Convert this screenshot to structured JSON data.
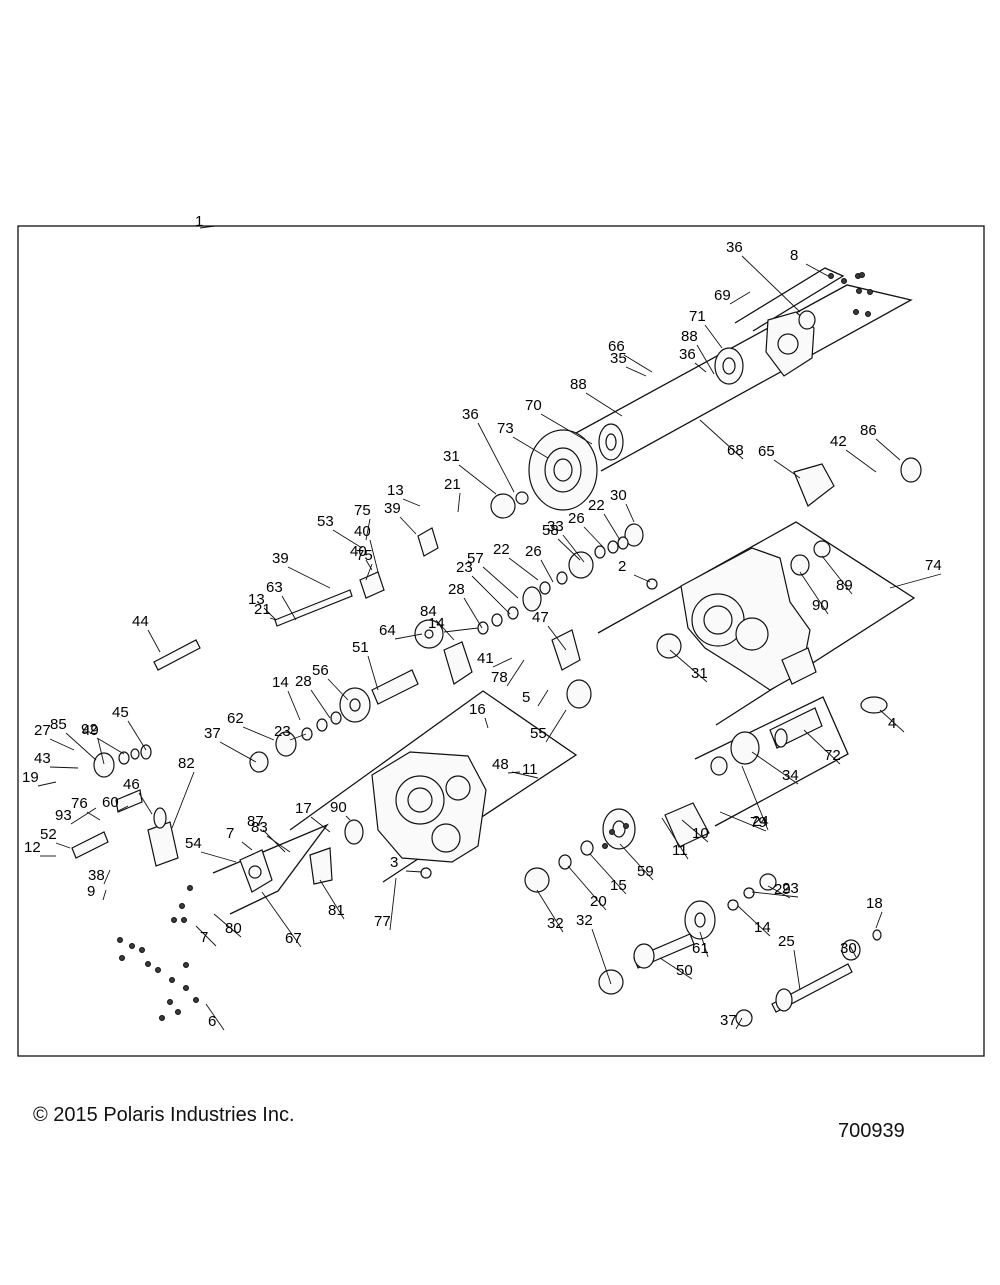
{
  "diagram": {
    "title_callout": "1",
    "callouts": [
      "2",
      "3",
      "4",
      "5",
      "6",
      "7",
      "7",
      "8",
      "9",
      "10",
      "11",
      "11",
      "12",
      "13",
      "13",
      "14",
      "14",
      "14",
      "15",
      "16",
      "17",
      "18",
      "19",
      "20",
      "21",
      "21",
      "22",
      "22",
      "23",
      "23",
      "23",
      "24",
      "25",
      "26",
      "26",
      "27",
      "28",
      "28",
      "29",
      "30",
      "30",
      "31",
      "31",
      "32",
      "32",
      "33",
      "34",
      "35",
      "36",
      "36",
      "36",
      "37",
      "37",
      "38",
      "39",
      "39",
      "40",
      "40",
      "41",
      "42",
      "43",
      "44",
      "45",
      "46",
      "47",
      "48",
      "49",
      "50",
      "51",
      "52",
      "53",
      "54",
      "55",
      "56",
      "57",
      "58",
      "59",
      "60",
      "61",
      "62",
      "63",
      "64",
      "65",
      "66",
      "67",
      "68",
      "69",
      "70",
      "71",
      "72",
      "73",
      "74",
      "75",
      "75",
      "76",
      "77",
      "78",
      "79",
      "80",
      "81",
      "82",
      "83",
      "84",
      "85",
      "86",
      "87",
      "88",
      "88",
      "89",
      "90",
      "90",
      "92",
      "93"
    ]
  },
  "footer": {
    "copyright": "© 2015 Polaris Industries Inc.",
    "doc_id": "700939"
  }
}
